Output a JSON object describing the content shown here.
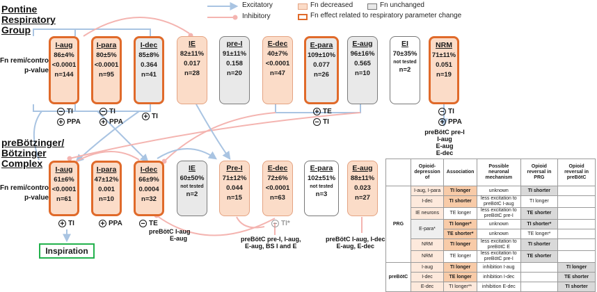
{
  "legend": {
    "excitatory": "Excitatory",
    "inhibitory": "Inhibitory",
    "fn_decreased": "Fn decreased",
    "fn_unchanged": "Fn unchanged",
    "fn_effect": "Fn effect related to respiratory parameter change",
    "colors": {
      "excitatory": "#a9c4e2",
      "inhibitory": "#f4b4b0",
      "decreased_fill": "#fbdcc8",
      "unchanged_fill": "#e9e9e9",
      "effect_border": "#e06a2a"
    }
  },
  "prg": {
    "title_lines": [
      "Pontine",
      "Respiratory",
      "Group"
    ],
    "row_label_1": "Fn remi/control",
    "row_label_2": "p-value",
    "boxes": [
      {
        "name": "I-aug",
        "pct": "86±4%",
        "p": "<0.0001",
        "n": "n=144",
        "style": "bold"
      },
      {
        "name": "I-para",
        "pct": "80±5%",
        "p": "<0.0001",
        "n": "n=95",
        "style": "bold"
      },
      {
        "name": "I-dec",
        "pct": "85±8%",
        "p": "0.364",
        "n": "n=41",
        "style": "bold"
      },
      {
        "name": "IE",
        "pct": "82±11%",
        "p": "0.017",
        "n": "n=28",
        "style": "decreased"
      },
      {
        "name": "pre-I",
        "pct": "91±11%",
        "p": "0.158",
        "n": "n=20",
        "style": "unchanged"
      },
      {
        "name": "E-dec",
        "pct": "40±7%",
        "p": "<0.0001",
        "n": "n=47",
        "style": "decreased"
      },
      {
        "name": "E-para",
        "pct": "109±10%",
        "p": "0.077",
        "n": "n=26",
        "style": "bold"
      },
      {
        "name": "E-aug",
        "pct": "96±16%",
        "p": "0.565",
        "n": "n=10",
        "style": "unchanged"
      },
      {
        "name": "EI",
        "pct": "70±35%",
        "p": "not tested",
        "n": "n=2",
        "style": "white"
      },
      {
        "name": "NRM",
        "pct": "71±11%",
        "p": "0.051",
        "n": "n=19",
        "style": "bold"
      }
    ],
    "effects": {
      "iaug_1": "TI",
      "iaug_2": "PPA",
      "ipara_1": "TI",
      "ipara_2": "PPA",
      "idec_1": "TI",
      "epara_1": "TE",
      "epara_2": "TI",
      "nrm_1": "TI",
      "nrm_2": "PPA"
    },
    "nrm_targets": [
      "preBötC pre-I",
      "I-aug",
      "E-aug",
      "E-dec"
    ]
  },
  "prebotc": {
    "title_lines": [
      "preBötzinger/",
      "Bötzinger",
      "Complex"
    ],
    "row_label_1": "Fn remi/control",
    "row_label_2": "p-value",
    "boxes": [
      {
        "name": "I-aug",
        "pct": "61±6%",
        "p": "<0.0001",
        "n": "n=61",
        "style": "bold"
      },
      {
        "name": "I-para",
        "pct": "47±12%",
        "p": "0.001",
        "n": "n=10",
        "style": "bold"
      },
      {
        "name": "I-dec",
        "pct": "66±9%",
        "p": "0.0004",
        "n": "n=32",
        "style": "bold"
      },
      {
        "name": "IE",
        "pct": "60±50%",
        "p": "not tested",
        "n": "n=2",
        "style": "unchanged"
      },
      {
        "name": "Pre-I",
        "pct": "71±12%",
        "p": "0.044",
        "n": "n=15",
        "style": "decreased"
      },
      {
        "name": "E-dec",
        "pct": "72±6%",
        "p": "<0.0001",
        "n": "n=63",
        "style": "decreased"
      },
      {
        "name": "E-para",
        "pct": "102±51%",
        "p": "not tested",
        "n": "n=3",
        "style": "white"
      },
      {
        "name": "E-aug",
        "pct": "88±11%",
        "p": "0.023",
        "n": "n=27",
        "style": "decreased"
      }
    ],
    "effects": {
      "iaug": "TI",
      "ipara": "PPA",
      "idec": "TE",
      "edec": "TI*"
    },
    "idec_targets": [
      "preBötC I-aug",
      "E-aug"
    ],
    "edec_targets": [
      "preBötC pre-I, I-aug,",
      "E-aug, BS I and E"
    ],
    "eaug_targets": [
      "preBötC I-aug, I-dec",
      "E-aug, E-dec"
    ],
    "inspiration": "Inspiration"
  },
  "table": {
    "headers": [
      "",
      "",
      "Opioid-depression of",
      "Association",
      "Possible neuronal mechanism",
      "Opioid reversal in PRG",
      "Opioid reversal in preBötC"
    ],
    "group_prg": "PRG",
    "group_prebotc": "preBötC",
    "rows": [
      {
        "depr": "I-aug, I-para",
        "assoc": "TI longer",
        "mech": "unknown",
        "rev_prg": "TI shorter",
        "rev_pre": ""
      },
      {
        "depr": "I-dec",
        "assoc": "TI shorter",
        "mech": "less excitation to preBötC I-aug",
        "rev_prg": "TI longer",
        "rev_pre": ""
      },
      {
        "depr": "IE neurons",
        "assoc": "TE longer",
        "mech": "less excitation to preBötC pre-I",
        "rev_prg": "TE shorter",
        "rev_pre": ""
      },
      {
        "depr": "E-para*",
        "assoc": "TI longer*",
        "mech": "unknown",
        "rev_prg": "TI shorter*",
        "rev_pre": ""
      },
      {
        "depr": "",
        "assoc": "TE shorter*",
        "mech": "unknown",
        "rev_prg": "TE longer*",
        "rev_pre": ""
      },
      {
        "depr": "NRM",
        "assoc": "TI longer",
        "mech": "less excitation to preBötC E",
        "rev_prg": "TI shorter",
        "rev_pre": ""
      },
      {
        "depr": "NRM",
        "assoc": "TE longer",
        "mech": "less excitation to preBötC pre-I",
        "rev_prg": "TE shorter",
        "rev_pre": ""
      },
      {
        "depr": "I-aug",
        "assoc": "TI longer",
        "mech": "inhibition I-aug",
        "rev_prg": "",
        "rev_pre": "TI longer"
      },
      {
        "depr": "I-dec",
        "assoc": "TE longer",
        "mech": "inhibition I-dec",
        "rev_prg": "",
        "rev_pre": "TE shorter"
      },
      {
        "depr": "E-dec",
        "assoc": "TI longer**",
        "mech": "inhibition E-dec",
        "rev_prg": "",
        "rev_pre": "TI shorter"
      }
    ]
  }
}
